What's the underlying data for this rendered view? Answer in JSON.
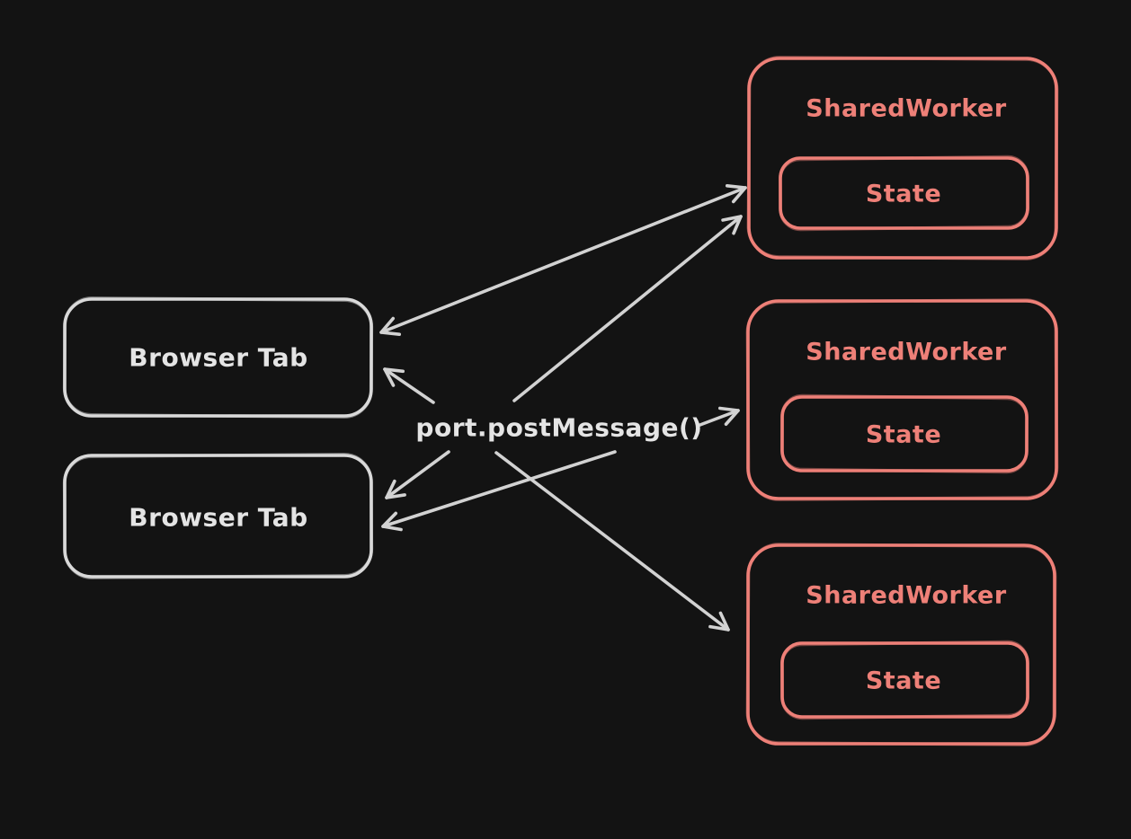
{
  "diagram": {
    "center_label": "port.postMessage()",
    "browser_tabs": [
      {
        "label": "Browser Tab"
      },
      {
        "label": "Browser Tab"
      }
    ],
    "shared_workers": [
      {
        "label": "SharedWorker",
        "state": "State"
      },
      {
        "label": "SharedWorker",
        "state": "State"
      },
      {
        "label": "SharedWorker",
        "state": "State"
      }
    ],
    "edges": [
      {
        "from": "browser-tab-1",
        "to": "shared-worker-1",
        "arrowheads": "both"
      },
      {
        "from": "center-label",
        "to": "shared-worker-1",
        "arrowheads": "end"
      },
      {
        "from": "center-label",
        "to": "browser-tab-1",
        "arrowheads": "end"
      },
      {
        "from": "center-label",
        "to": "shared-worker-2",
        "arrowheads": "end"
      },
      {
        "from": "center-label",
        "to": "browser-tab-2",
        "arrowheads": "end"
      },
      {
        "from": "center-label",
        "to": "browser-tab-2",
        "arrowheads": "end"
      },
      {
        "from": "center-label",
        "to": "shared-worker-3",
        "arrowheads": "end"
      }
    ]
  },
  "colors": {
    "background": "#131313",
    "worker_accent": "#ee8078",
    "neutral_stroke": "#d9d9d9",
    "arrow_stroke": "#d2d2d2",
    "light_text": "#e4e4e4"
  }
}
